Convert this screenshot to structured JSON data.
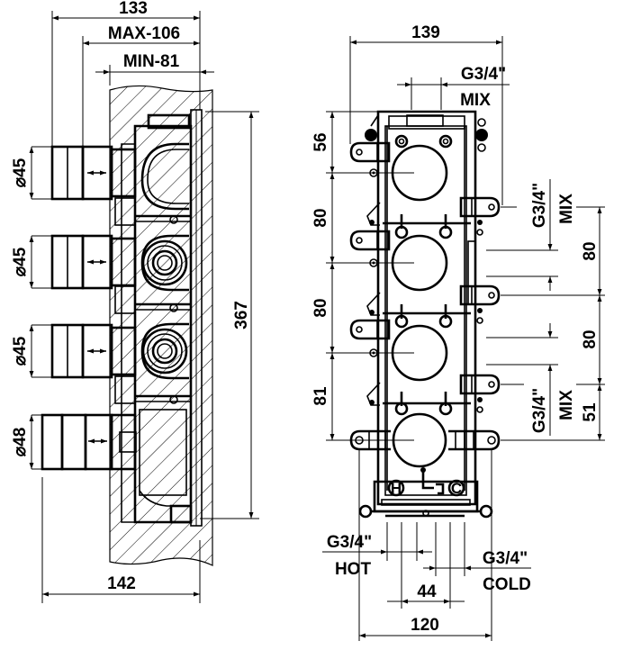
{
  "drawing": {
    "title": "Concealed thermostatic mixer body – side and front dimension drawing",
    "side_view": {
      "dims": {
        "overall_depth": "133",
        "max_depth": "MAX-106",
        "min_depth": "MIN-81",
        "height": "367",
        "bottom_width": "142"
      },
      "handles": [
        {
          "diameter_symbol": "⌀",
          "value": "45"
        },
        {
          "diameter_symbol": "⌀",
          "value": "45"
        },
        {
          "diameter_symbol": "⌀",
          "value": "45"
        },
        {
          "diameter_symbol": "⌀",
          "value": "48"
        }
      ]
    },
    "front_view": {
      "dims": {
        "overall_width": "139",
        "top_offset": "56",
        "spacing_1": "80",
        "spacing_2": "80",
        "spacing_3": "81",
        "right_spacing_1": "80",
        "right_spacing_2": "80",
        "right_spacing_3": "51",
        "inlet_spacing": "44",
        "mount_width": "120"
      },
      "connections": {
        "top_thread": "G3/4\"",
        "top_label": "MIX",
        "right_upper_thread": "G3/4\"",
        "right_upper_label": "MIX",
        "right_lower_thread": "G3/4\"",
        "right_lower_label": "MIX",
        "hot_thread": "G3/4\"",
        "hot_label": "HOT",
        "cold_thread": "G3/4\"",
        "cold_label": "COLD"
      },
      "valve_marks": {
        "hot": "H",
        "cold": "C"
      }
    }
  }
}
